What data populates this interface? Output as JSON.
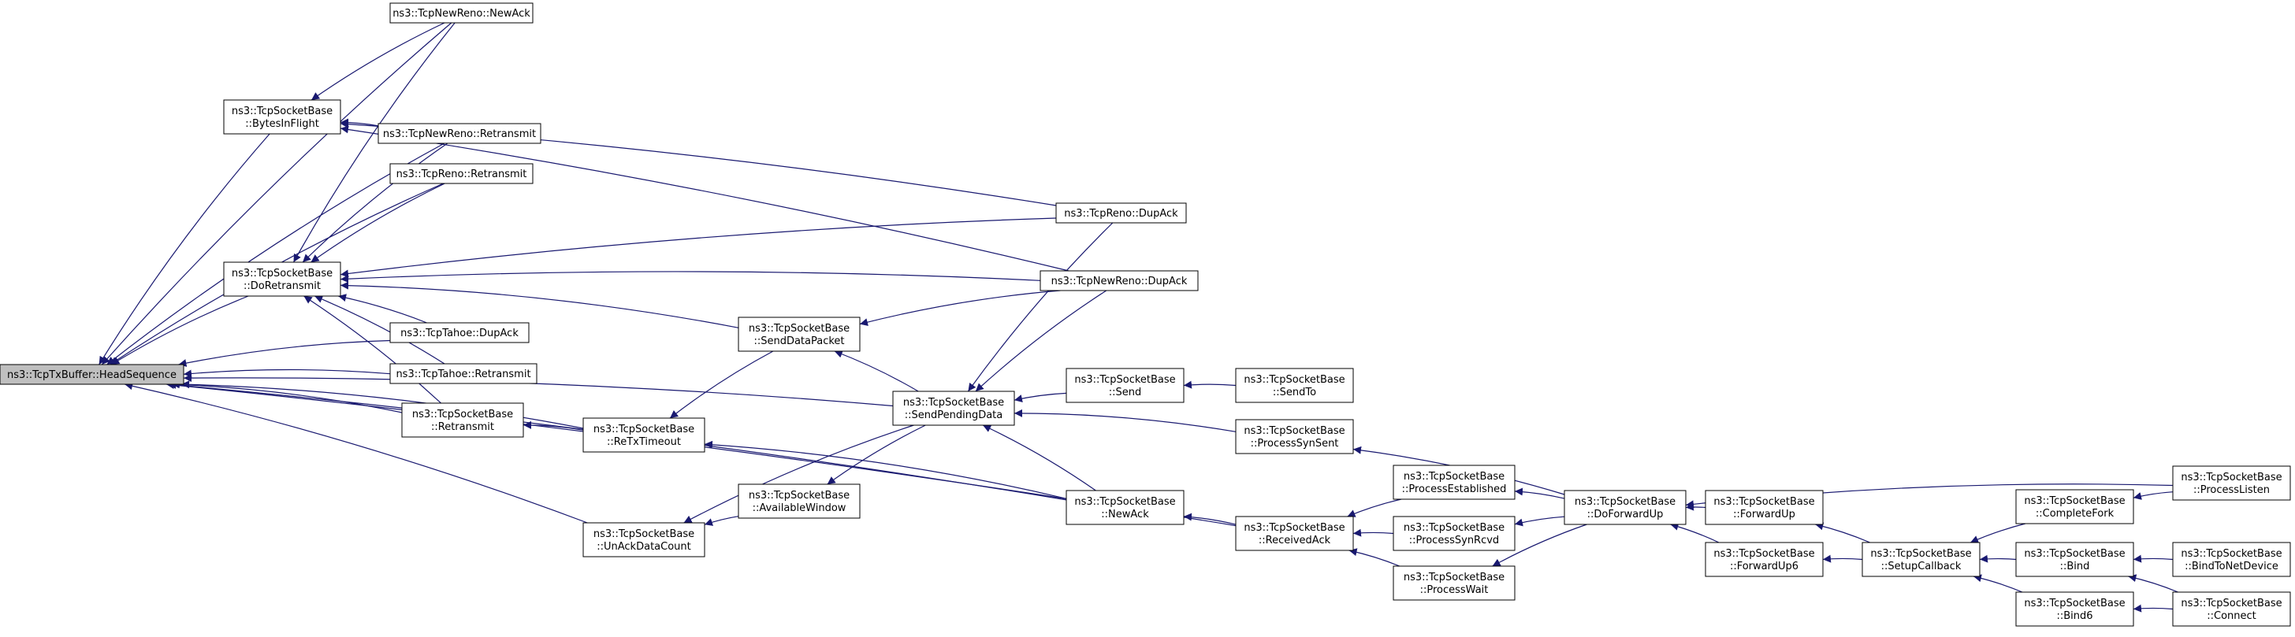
{
  "graph": {
    "edge_color": "#191970",
    "root_fill": "#bfbfbf",
    "nodes": [
      {
        "id": "head",
        "lines": [
          "ns3::TcpTxBuffer::HeadSequence"
        ],
        "root": true
      },
      {
        "id": "bif",
        "lines": [
          "ns3::TcpSocketBase",
          "::BytesInFlight"
        ]
      },
      {
        "id": "doret",
        "lines": [
          "ns3::TcpSocketBase",
          "::DoRetransmit"
        ]
      },
      {
        "id": "nrnewack",
        "lines": [
          "ns3::TcpNewReno::NewAck"
        ]
      },
      {
        "id": "nrret",
        "lines": [
          "ns3::TcpNewReno::Retransmit"
        ]
      },
      {
        "id": "renoret",
        "lines": [
          "ns3::TcpReno::Retransmit"
        ]
      },
      {
        "id": "tahoedup",
        "lines": [
          "ns3::TcpTahoe::DupAck"
        ]
      },
      {
        "id": "tahoeret",
        "lines": [
          "ns3::TcpTahoe::Retransmit"
        ]
      },
      {
        "id": "sbret",
        "lines": [
          "ns3::TcpSocketBase",
          "::Retransmit"
        ]
      },
      {
        "id": "rto",
        "lines": [
          "ns3::TcpSocketBase",
          "::ReTxTimeout"
        ]
      },
      {
        "id": "unack",
        "lines": [
          "ns3::TcpSocketBase",
          "::UnAckDataCount"
        ]
      },
      {
        "id": "sdp",
        "lines": [
          "ns3::TcpSocketBase",
          "::SendDataPacket"
        ]
      },
      {
        "id": "avail",
        "lines": [
          "ns3::TcpSocketBase",
          "::AvailableWindow"
        ]
      },
      {
        "id": "spd",
        "lines": [
          "ns3::TcpSocketBase",
          "::SendPendingData"
        ]
      },
      {
        "id": "renodup",
        "lines": [
          "ns3::TcpReno::DupAck"
        ]
      },
      {
        "id": "nrdup",
        "lines": [
          "ns3::TcpNewReno::DupAck"
        ]
      },
      {
        "id": "send",
        "lines": [
          "ns3::TcpSocketBase",
          "::Send"
        ]
      },
      {
        "id": "sbnewack",
        "lines": [
          "ns3::TcpSocketBase",
          "::NewAck"
        ]
      },
      {
        "id": "sendto",
        "lines": [
          "ns3::TcpSocketBase",
          "::SendTo"
        ]
      },
      {
        "id": "psyns",
        "lines": [
          "ns3::TcpSocketBase",
          "::ProcessSynSent"
        ]
      },
      {
        "id": "recvack",
        "lines": [
          "ns3::TcpSocketBase",
          "::ReceivedAck"
        ]
      },
      {
        "id": "pest",
        "lines": [
          "ns3::TcpSocketBase",
          "::ProcessEstablished"
        ]
      },
      {
        "id": "psynr",
        "lines": [
          "ns3::TcpSocketBase",
          "::ProcessSynRcvd"
        ]
      },
      {
        "id": "pwait",
        "lines": [
          "ns3::TcpSocketBase",
          "::ProcessWait"
        ]
      },
      {
        "id": "dfu",
        "lines": [
          "ns3::TcpSocketBase",
          "::DoForwardUp"
        ]
      },
      {
        "id": "fu",
        "lines": [
          "ns3::TcpSocketBase",
          "::ForwardUp"
        ]
      },
      {
        "id": "fu6",
        "lines": [
          "ns3::TcpSocketBase",
          "::ForwardUp6"
        ]
      },
      {
        "id": "setcb",
        "lines": [
          "ns3::TcpSocketBase",
          "::SetupCallback"
        ]
      },
      {
        "id": "cfork",
        "lines": [
          "ns3::TcpSocketBase",
          "::CompleteFork"
        ]
      },
      {
        "id": "bind",
        "lines": [
          "ns3::TcpSocketBase",
          "::Bind"
        ]
      },
      {
        "id": "bind6",
        "lines": [
          "ns3::TcpSocketBase",
          "::Bind6"
        ]
      },
      {
        "id": "plisten",
        "lines": [
          "ns3::TcpSocketBase",
          "::ProcessListen"
        ]
      },
      {
        "id": "btnd",
        "lines": [
          "ns3::TcpSocketBase",
          "::BindToNetDevice"
        ]
      },
      {
        "id": "connect",
        "lines": [
          "ns3::TcpSocketBase",
          "::Connect"
        ]
      }
    ],
    "edges": [
      [
        "nrnewack",
        "head"
      ],
      [
        "bif",
        "head"
      ],
      [
        "nrret",
        "head"
      ],
      [
        "renoret",
        "head"
      ],
      [
        "doret",
        "head"
      ],
      [
        "tahoedup",
        "head"
      ],
      [
        "tahoeret",
        "head"
      ],
      [
        "sbret",
        "head"
      ],
      [
        "rto",
        "head"
      ],
      [
        "spd",
        "head"
      ],
      [
        "unack",
        "head"
      ],
      [
        "sbnewack",
        "head"
      ],
      [
        "recvack",
        "head"
      ],
      [
        "nrnewack",
        "bif"
      ],
      [
        "nrret",
        "bif"
      ],
      [
        "renodup",
        "bif"
      ],
      [
        "nrdup",
        "bif"
      ],
      [
        "nrnewack",
        "doret"
      ],
      [
        "nrret",
        "doret"
      ],
      [
        "renoret",
        "doret"
      ],
      [
        "renodup",
        "doret"
      ],
      [
        "nrdup",
        "doret"
      ],
      [
        "tahoedup",
        "doret"
      ],
      [
        "tahoeret",
        "doret"
      ],
      [
        "sbret",
        "doret"
      ],
      [
        "sdp",
        "doret"
      ],
      [
        "rto",
        "sbret"
      ],
      [
        "sdp",
        "rto"
      ],
      [
        "sbnewack",
        "rto"
      ],
      [
        "avail",
        "unack"
      ],
      [
        "spd",
        "unack"
      ],
      [
        "nrdup",
        "sdp"
      ],
      [
        "spd",
        "sdp"
      ],
      [
        "spd",
        "avail"
      ],
      [
        "renodup",
        "spd"
      ],
      [
        "nrdup",
        "spd"
      ],
      [
        "send",
        "spd"
      ],
      [
        "psyns",
        "spd"
      ],
      [
        "sbnewack",
        "spd"
      ],
      [
        "sendto",
        "send"
      ],
      [
        "recvack",
        "sbnewack"
      ],
      [
        "dfu",
        "psyns"
      ],
      [
        "pest",
        "recvack"
      ],
      [
        "psynr",
        "recvack"
      ],
      [
        "pwait",
        "recvack"
      ],
      [
        "dfu",
        "pest"
      ],
      [
        "dfu",
        "psynr"
      ],
      [
        "dfu",
        "pwait"
      ],
      [
        "fu",
        "dfu"
      ],
      [
        "fu6",
        "dfu"
      ],
      [
        "plisten",
        "dfu"
      ],
      [
        "setcb",
        "fu"
      ],
      [
        "setcb",
        "fu6"
      ],
      [
        "cfork",
        "setcb"
      ],
      [
        "bind",
        "setcb"
      ],
      [
        "bind6",
        "setcb"
      ],
      [
        "plisten",
        "cfork"
      ],
      [
        "btnd",
        "bind"
      ],
      [
        "connect",
        "bind"
      ],
      [
        "connect",
        "bind6"
      ]
    ]
  }
}
